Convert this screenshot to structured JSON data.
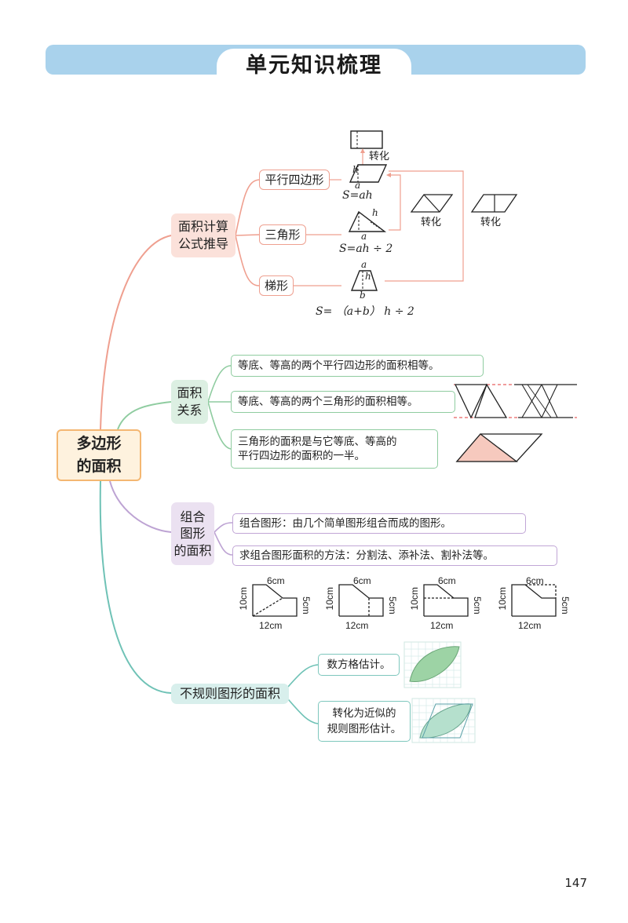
{
  "header": {
    "title": "单元知识梳理"
  },
  "root": {
    "line1": "多边形",
    "line2": "的面积"
  },
  "branch_formulas": {
    "label_line1": "面积计算",
    "label_line2": "公式推导",
    "items": [
      {
        "label": "平行四边形",
        "formula": "S=ah"
      },
      {
        "label": "三角形",
        "formula": "S=ah ÷ 2"
      },
      {
        "label": "梯形",
        "formula": "S= （a+b） h ÷ 2"
      }
    ],
    "transform_label": "转化",
    "fig_labels": {
      "a": "a",
      "h": "h",
      "b": "b"
    }
  },
  "branch_relations": {
    "label_line1": "面积",
    "label_line2": "关系",
    "items": [
      "等底、等高的两个平行四边形的面积相等。",
      "等底、等高的两个三角形的面积相等。",
      "三角形的面积是与它等底、等高的",
      "平行四边形的面积的一半。"
    ]
  },
  "branch_composite": {
    "label_line1": "组合",
    "label_line2": "图形",
    "label_line3": "的面积",
    "items": [
      "组合图形：由几个简单图形组合而成的图形。",
      "求组合图形面积的方法：分割法、添补法、割补法等。"
    ],
    "dims": {
      "top": "6cm",
      "left": "10cm",
      "right": "5cm",
      "bottom": "12cm"
    }
  },
  "branch_irregular": {
    "label": "不规则图形的面积",
    "items": [
      {
        "line1": "数方格估计。"
      },
      {
        "line1": "转化为近似的",
        "line2": "规则图形估计。"
      }
    ]
  },
  "footer": {
    "page_number": "147"
  },
  "colors": {
    "red": "#ef9f8f",
    "green": "#8fcca0",
    "purple": "#bda3d3",
    "teal": "#6fc2b6",
    "orange": "#f4b772",
    "banner": "#a9d2ec"
  }
}
